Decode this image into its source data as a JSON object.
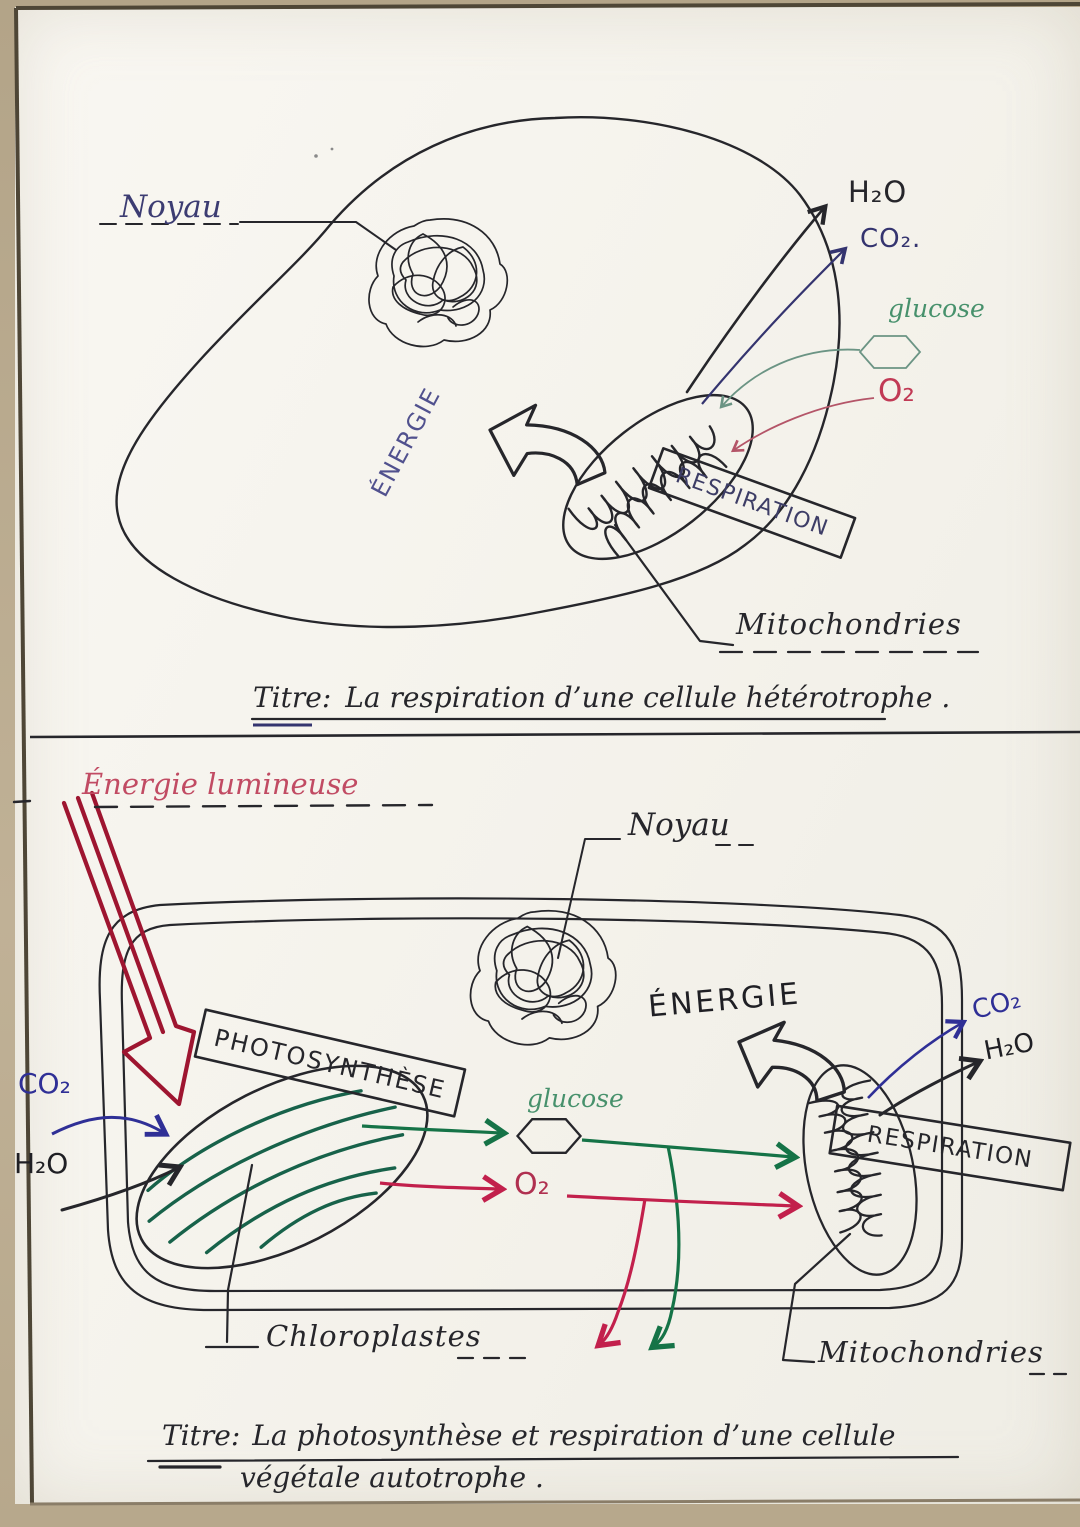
{
  "page": {
    "kind": "hand-drawn biology notebook page",
    "paper_color": "#f6f4ee",
    "background_color": "#bcad92",
    "ink_black": "#26262b",
    "ink_blue": "#34346f",
    "ink_bright_blue": "#2f2f96",
    "ink_green": "#157347",
    "ink_light_green": "#47916c",
    "ink_red": "#c2204c",
    "ink_crimson": "#9e1530"
  },
  "diagram1": {
    "labels": {
      "noyau": "Noyau",
      "h2o": "H₂O",
      "co2": "CO₂.",
      "glucose": "glucose",
      "o2": "O₂",
      "energie": "ÉNERGIE",
      "respiration": "RESPIRATION",
      "mitochondries": "Mitochondries"
    },
    "title_prefix": "Titre:",
    "title": "La respiration d’une cellule hétérotrophe ."
  },
  "diagram2": {
    "labels": {
      "energie_lumineuse": "Énergie lumineuse",
      "noyau": "Noyau",
      "energie": "ÉNERGIE",
      "photosynthese": "PHOTOSYNTHÈSE",
      "co2_in": "CO₂",
      "h2o_in": "H₂O",
      "glucose": "glucose",
      "o2": "O₂",
      "co2_out": "CO₂",
      "h2o_out": "H₂O",
      "respiration": "RESPIRATION",
      "chloroplastes": "Chloroplastes",
      "mitochondries": "Mitochondries"
    },
    "title_prefix": "Titre:",
    "title_line1": "La photosynthèse et respiration d’une cellule",
    "title_line2": "végétale autotrophe ."
  }
}
